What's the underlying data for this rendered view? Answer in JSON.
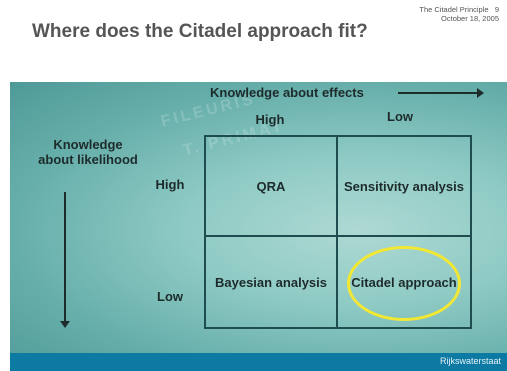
{
  "header": {
    "doc_title": "The Citadel Principle",
    "page_number": "9",
    "date": "October 18, 2005"
  },
  "slide": {
    "title": "Where does the Citadel approach fit?"
  },
  "diagram": {
    "effects_axis_label": "Knowledge about effects",
    "likelihood_axis_label": "Knowledge about likelihood",
    "col_high": "High",
    "col_low": "Low",
    "row_high": "High",
    "row_low": "Low",
    "cells": {
      "high_high": "QRA",
      "high_low": "Sensitivity analysis",
      "low_high": "Bayesian analysis",
      "low_low": "Citadel approach"
    },
    "watermark": [
      "FILEURIS",
      "T. PRIMAT"
    ],
    "highlight_color": "#f2e834"
  },
  "footer": {
    "brand": "Rijkswaterstaat",
    "color": "#0c7aa3"
  }
}
